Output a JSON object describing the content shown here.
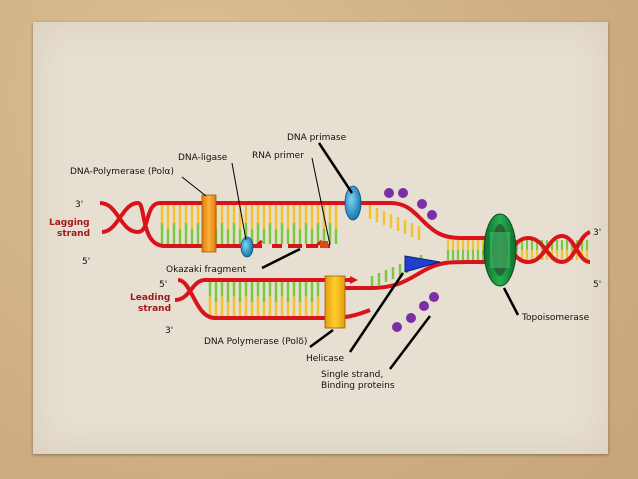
{
  "labels": {
    "dna_primase": "DNA primase",
    "rna_primer": "RNA primer",
    "dna_ligase": "DNA-ligase",
    "dna_pol_alpha": "DNA-Polymerase (Polα)",
    "three_prime_left_top": "3'",
    "lagging_strand_1": "Lagging",
    "lagging_strand_2": "strand",
    "five_prime_left_top": "5'",
    "okazaki_fragment": "Okazaki fragment",
    "five_prime_left_bottom": "5'",
    "leading_strand_1": "Leading",
    "leading_strand_2": "strand",
    "three_prime_left_bottom": "3'",
    "dna_pol_delta": "DNA Polymerase (Polδ)",
    "helicase": "Helicase",
    "ssb_1": "Single strand,",
    "ssb_2": "Binding proteins",
    "topoisomerase": "Topoisomerase",
    "three_prime_right": "3'",
    "five_prime_right": "5'"
  },
  "colors": {
    "backbone": "#d8141a",
    "base_green": "#7ac943",
    "base_yellow": "#f2c230",
    "polymerase": "#f7a21b",
    "primase": "#2a9fd6",
    "topoisomerase": "#1e9a4a",
    "helicase": "#1f3fd1",
    "ssb": "#7b2ea6"
  }
}
